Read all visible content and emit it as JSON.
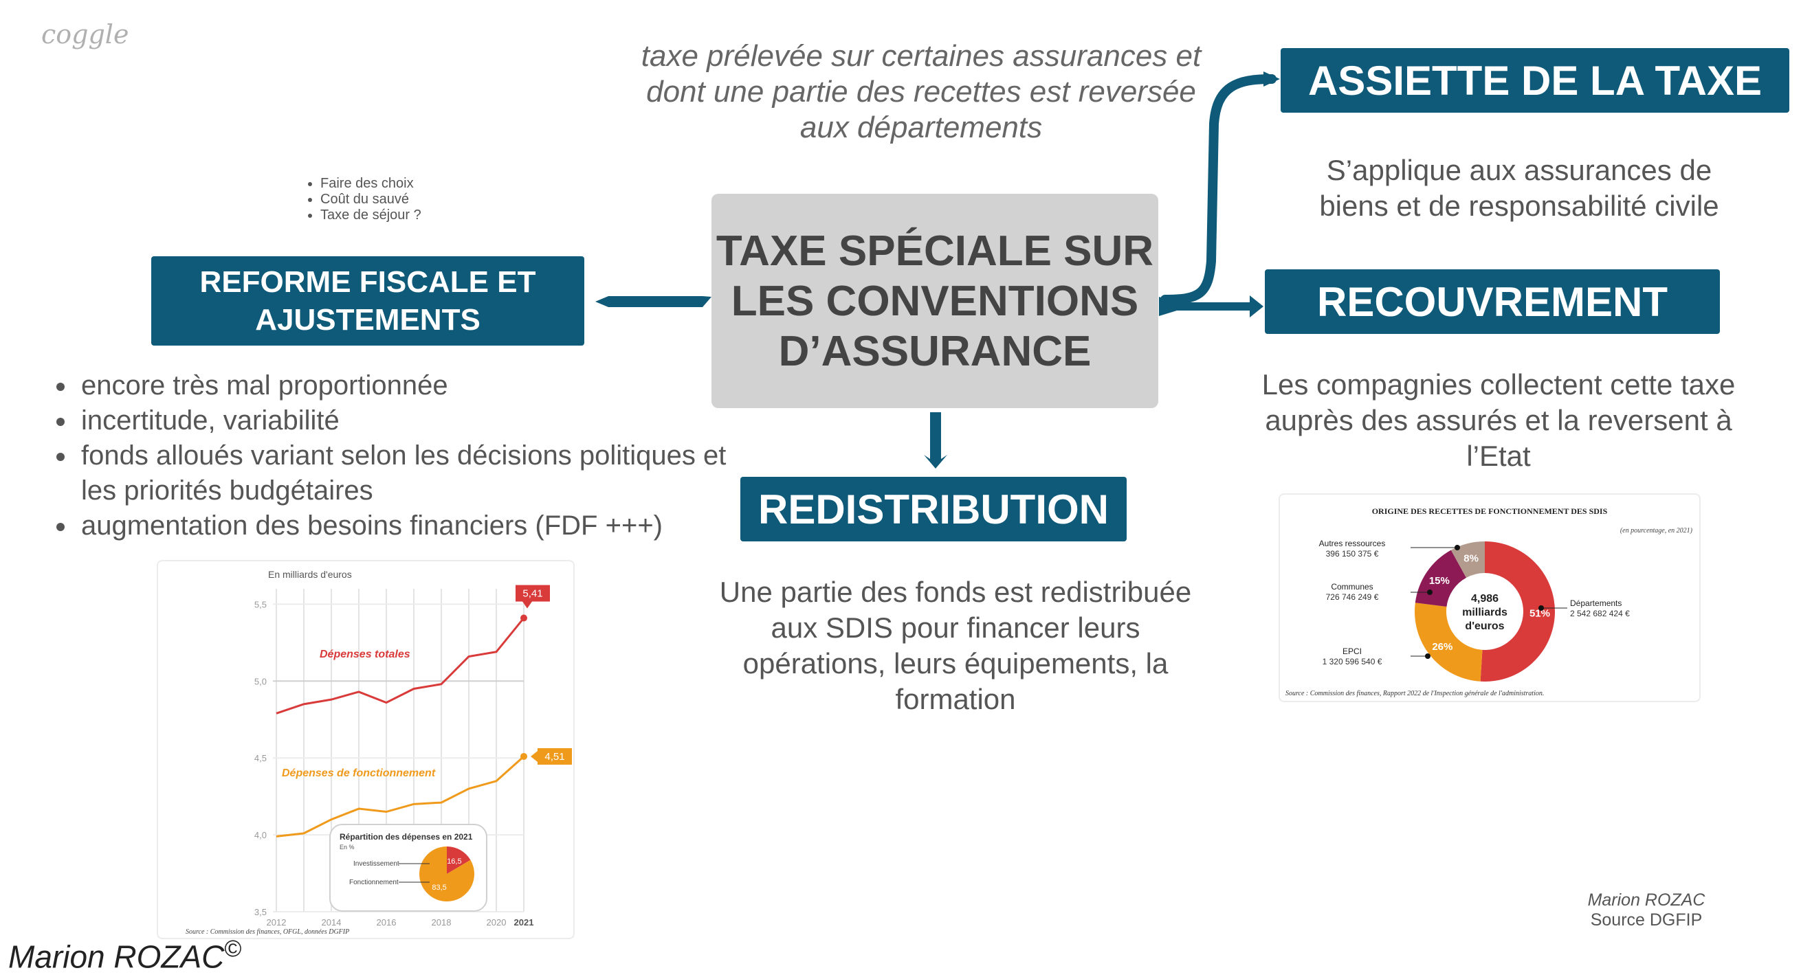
{
  "app": {
    "logo_text": "coggle"
  },
  "central": {
    "title": "TAXE SPÉCIALE SUR LES CONVENTIONS D’ASSURANCE"
  },
  "note_top": "taxe prélevée sur certaines assurances et dont une partie des recettes est reversée aux départements",
  "small_bullets": [
    "Faire des choix",
    "Coût du sauvé",
    "Taxe de séjour ?"
  ],
  "reforme": {
    "title": "REFORME FISCALE ET AJUSTEMENTS",
    "bullets": [
      "encore très mal proportionnée",
      "incertitude, variabilité",
      "fonds alloués variant selon les décisions politiques et les priorités budgétaires",
      "augmentation des besoins financiers (FDF +++)"
    ]
  },
  "assiette": {
    "title": "ASSIETTE DE LA TAXE",
    "text": "S’applique aux assurances de biens et de responsabilité civile"
  },
  "recouvrement": {
    "title": "RECOUVREMENT",
    "text": "Les compagnies collectent cette taxe auprès des assurés et la reversent à l’Etat"
  },
  "redistribution": {
    "title": "REDISTRIBUTION",
    "text": "Une partie des fonds est redistribuée aux SDIS pour financer leurs opérations, leurs équipements, la formation"
  },
  "credit": {
    "name": "Marion ROZAC",
    "source": "Source DGFIP"
  },
  "signature": {
    "name": "Marion ROZAC",
    "mark": "©"
  },
  "colors": {
    "accent": "#0e5a78",
    "central_bg": "#d2d2d2",
    "red": "#d93a3a",
    "orange": "#f09a1c",
    "purple": "#8e1a55",
    "taupe": "#b29a8c"
  },
  "chart_data": [
    {
      "type": "line",
      "unit_label": "En milliards d'euros",
      "x": [
        2012,
        2013,
        2014,
        2015,
        2016,
        2017,
        2018,
        2019,
        2020,
        2021
      ],
      "x_ticks": [
        "2012",
        "2014",
        "2016",
        "2018",
        "2020",
        "2021"
      ],
      "y_ticks": [
        "5,5",
        "5,0",
        "4,5",
        "4,0",
        "3,5"
      ],
      "ylim": [
        3.5,
        5.6
      ],
      "series": [
        {
          "name": "Dépenses totales",
          "values": [
            4.79,
            4.85,
            4.88,
            4.93,
            4.86,
            4.95,
            4.98,
            5.16,
            5.19,
            5.41
          ],
          "end_label": "5,41"
        },
        {
          "name": "Dépenses de fonctionnement",
          "values": [
            3.99,
            4.01,
            4.1,
            4.17,
            4.15,
            4.2,
            4.21,
            4.3,
            4.35,
            4.51
          ],
          "end_label": "4,51"
        }
      ],
      "inset": {
        "title": "Répartition des dépenses en 2021",
        "subtitle": "En %",
        "type": "pie",
        "slices": [
          {
            "label": "Investissement",
            "value": 16.5,
            "value_label": "16,5"
          },
          {
            "label": "Fonctionnement",
            "value": 83.5,
            "value_label": "83,5"
          }
        ]
      },
      "source": "Source : Commission des finances, OFGL, données DGFIP"
    },
    {
      "type": "pie",
      "title": "ORIGINE DES RECETTES DE FONCTIONNEMENT DES SDIS",
      "subtitle": "(en pourcentage, en 2021)",
      "center_lines": [
        "4,986",
        "milliards",
        "d'euros"
      ],
      "slices": [
        {
          "label": "Départements",
          "amount": "2 542 682 424 €",
          "value": 51,
          "value_label": "51%"
        },
        {
          "label": "EPCI",
          "amount": "1 320 596 540 €",
          "value": 26,
          "value_label": "26%"
        },
        {
          "label": "Communes",
          "amount": "726 746 249 €",
          "value": 15,
          "value_label": "15%"
        },
        {
          "label": "Autres ressources",
          "amount": "396 150 375 €",
          "value": 8,
          "value_label": "8%"
        }
      ],
      "source": "Source : Commission des finances, Rapport 2022 de l'Inspection générale de l'administration."
    }
  ]
}
